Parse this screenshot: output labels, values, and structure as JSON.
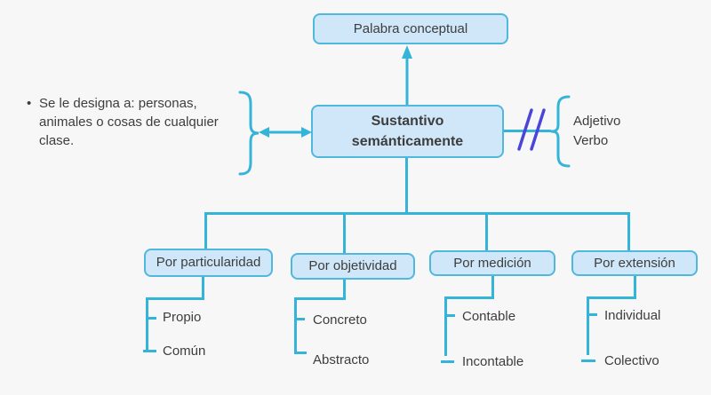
{
  "diagram": {
    "title_box": "Palabra conceptual",
    "center_box": {
      "line1": "Sustantivo",
      "line2": "semánticamente"
    },
    "left_note": {
      "bullet": "•",
      "text": "Se le designa a: personas, animales o cosas de cualquier clase."
    },
    "right_items": [
      "Adjetivo",
      "Verbo"
    ],
    "branches": [
      {
        "label": "Por particularidad",
        "items": [
          "Propio",
          "Común"
        ]
      },
      {
        "label": "Por objetividad",
        "items": [
          "Concreto",
          "Abstracto"
        ]
      },
      {
        "label": "Por medición",
        "items": [
          "Contable",
          "Incontable"
        ]
      },
      {
        "label": "Por extensión",
        "items": [
          "Individual",
          "Colectivo"
        ]
      }
    ],
    "colors": {
      "background": "#f7f7f8",
      "box_fill": "#cfe7f8",
      "box_border": "#4fb8dc",
      "connector": "#35b4da",
      "text": "#3d3d3d",
      "slash_marks": "#4845d8"
    }
  }
}
